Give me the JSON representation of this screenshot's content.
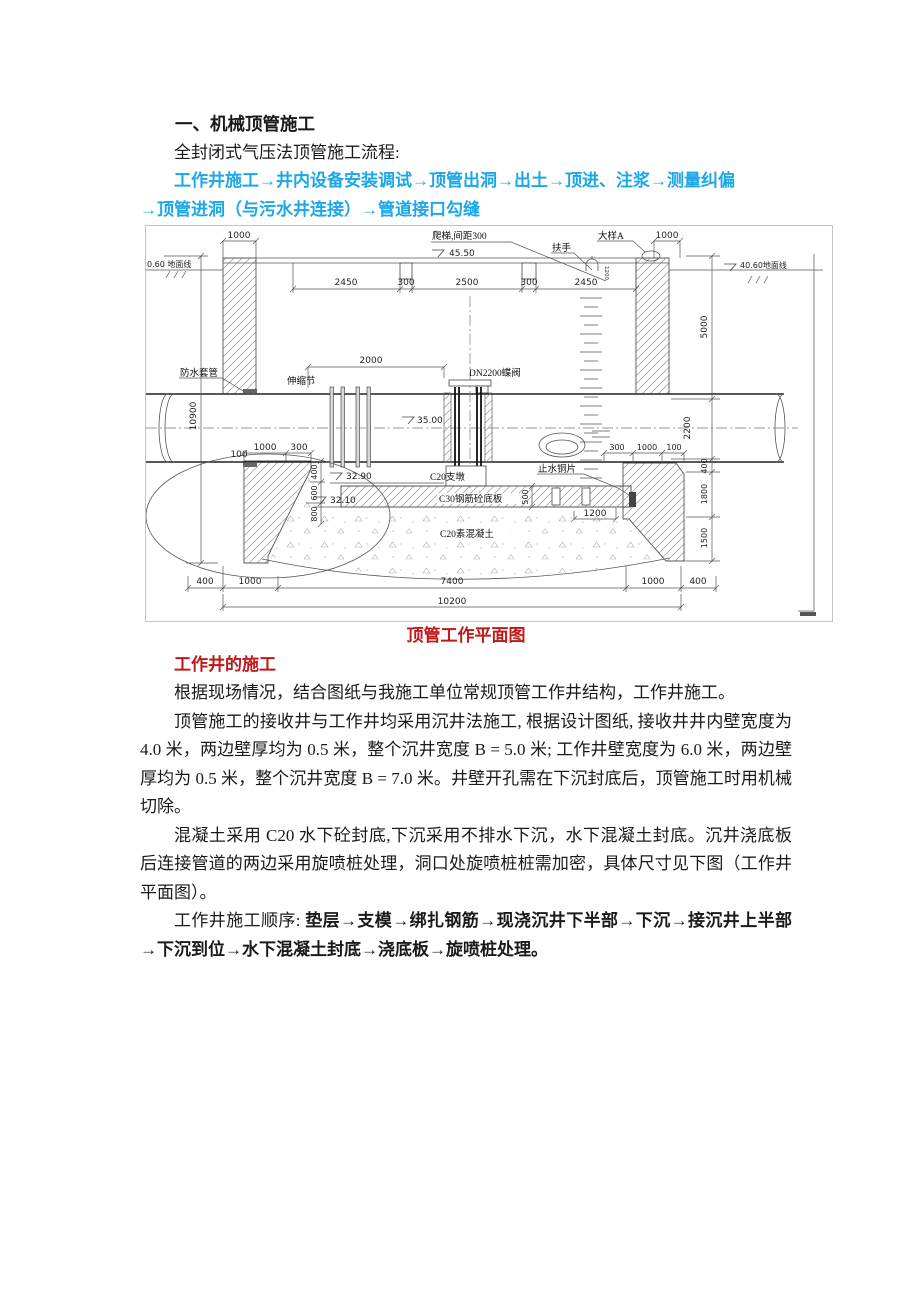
{
  "colors": {
    "accent_blue": "#1BA7E8",
    "accent_red": "#C01818"
  },
  "doc": {
    "heading": "一、机械顶管施工",
    "intro": "全封闭式气压法顶管施工流程:",
    "flow_line1": "工作井施工→井内设备安装调试→顶管出洞→出土→顶进、注浆→测量纠偏",
    "flow_line2": "→顶管进洞（与污水井连接）→管道接口勾缝",
    "caption": "顶管工作平面图",
    "section_heading": "工作井的施工",
    "p1": "根据现场情况，结合图纸与我施工单位常规顶管工作井结构，工作井施工。",
    "p2": "顶管施工的接收井与工作井均采用沉井法施工, 根据设计图纸, 接收井井内壁宽度为 4.0 米，两边壁厚均为 0.5 米，整个沉井宽度 B = 5.0 米; 工作井壁宽度为 6.0 米，两边壁厚均为 0.5 米，整个沉井宽度 B = 7.0 米。井壁开孔需在下沉封底后，顶管施工时用机械切除。",
    "p3": "混凝土采用 C20 水下砼封底,下沉采用不排水下沉，水下混凝土封底。沉井浇底板后连接管道的两边采用旋喷桩处理，洞口处旋喷桩桩需加密，具体尺寸见下图（工作井平面图）。",
    "p4_prefix": "工作井施工顺序: ",
    "p4_bold": "垫层→支模→绑扎钢筋→现浇沉井下半部→下沉→接沉井上半部→下沉到位→水下混凝土封底→浇底板→旋喷桩处理。"
  },
  "diagram": {
    "top": {
      "ladder_note": "爬梯,间距300",
      "level_top": "45.50",
      "handrail": "扶手",
      "handrail_dim": "1200",
      "detail_a": "大样A",
      "dim_wall_left": "1000",
      "dim_wall_right": "1000",
      "ground_left": "0.60 地面线",
      "ground_right": "40.60地面线"
    },
    "dims_row": [
      "2450",
      "300",
      "2500",
      "300",
      "2450"
    ],
    "left": {
      "d10900": "10900",
      "d100": "100",
      "d1000": "1000",
      "d300": "300",
      "d400": "400",
      "d600": "600",
      "d800": "800"
    },
    "right": {
      "d5000": "5000",
      "d2200": "2200",
      "d400": "400",
      "d1800": "1800",
      "d1500": "1500",
      "d300": "300",
      "d1000": "1000",
      "d100": "100",
      "d1200": "1200",
      "d500": "500"
    },
    "mid": {
      "d2000": "2000",
      "joint": "伸缩节",
      "valve": "DN2200蝶阀",
      "lvl_pipe": "35.00",
      "lvl_329": "32.90",
      "lvl_321": "32.10",
      "pier": "C20支墩",
      "slab": "C30钢筋砼底板",
      "plain_conc": "C20素混凝土",
      "waterstop": "止水铜片",
      "sleeve": "防水套管"
    },
    "bottom": [
      "400",
      "1000",
      "7400",
      "1000",
      "400"
    ],
    "total": "10200"
  }
}
